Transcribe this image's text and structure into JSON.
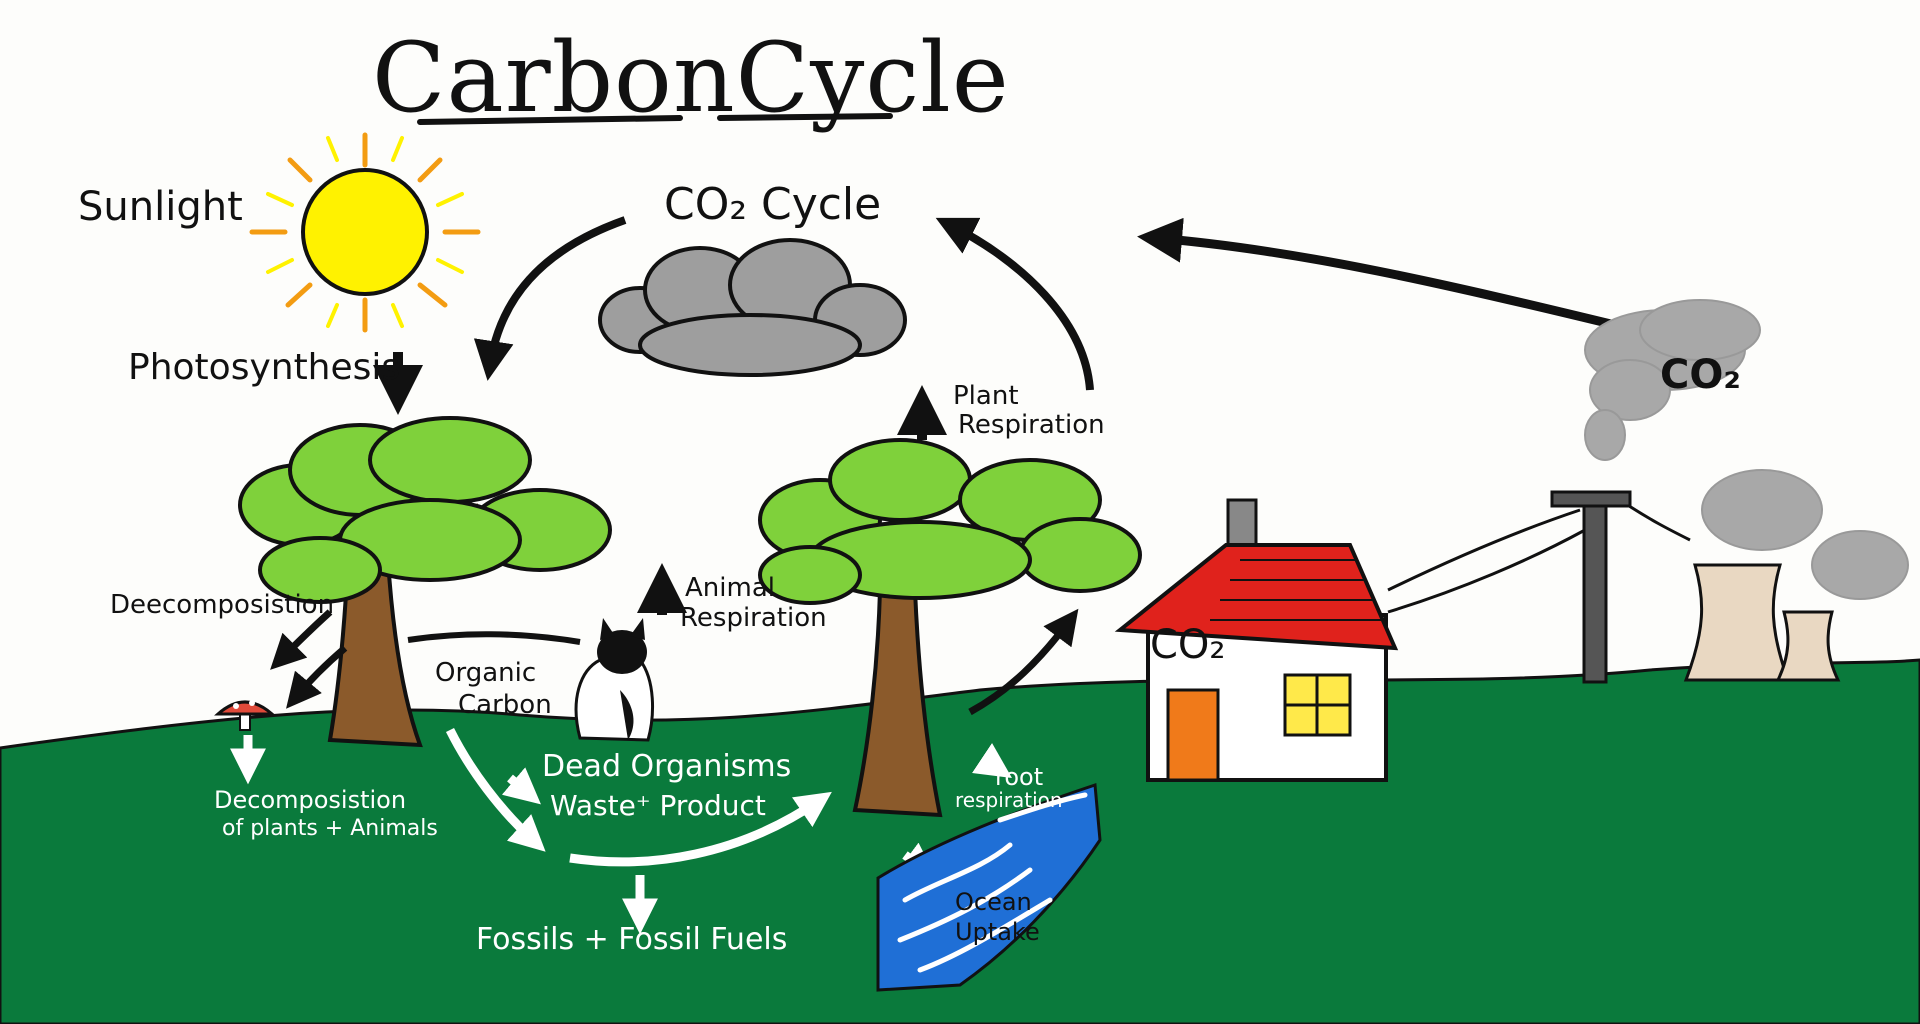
{
  "diagram": {
    "title": "CarbonCycle",
    "cloud_label": "CO₂ Cycle",
    "sunlight": "Sunlight",
    "photosynthesis": "Photosynthesis",
    "plant_respiration_1": "Plant",
    "plant_respiration_2": "Respiration",
    "animal_respiration_1": "Animal",
    "animal_respiration_2": "Respiration",
    "decomposition_top": "Deecomposistion",
    "organic_carbon_1": "Organic",
    "organic_carbon_2": "Carbon",
    "dead_organisms": "Dead Organisms",
    "waste_product": "Waste⁺ Product",
    "root_respiration_1": "root",
    "root_respiration_2": "respiration",
    "decomposition_bottom_1": "Decomposistion",
    "decomposition_bottom_2": "of plants + Animals",
    "fossils": "Fossils + Fossil Fuels",
    "ocean_1": "Ocean",
    "ocean_2": "Uptake",
    "house_co2": "CO₂",
    "smoke_co2": "CO₂"
  },
  "colors": {
    "ground": "#0a7a3c",
    "sun": "#fff200",
    "sun_rays": "#f39c12",
    "cloud": "#9e9e9e",
    "smoke": "#a8a8a8",
    "leaves": "#7fd13b",
    "trunk": "#8b5a2b",
    "roof": "#e0221c",
    "door": "#f07a1a",
    "window": "#ffe94a",
    "water": "#1f6fd6",
    "cooling_tower": "#e9d8c2"
  },
  "icons": [
    "sun-icon",
    "cloud-icon",
    "tree-icon",
    "cat-icon",
    "mushroom-icon",
    "house-icon",
    "power-pole-icon",
    "cooling-tower-icon",
    "smoke-icon",
    "ocean-icon",
    "arrow-icon"
  ]
}
